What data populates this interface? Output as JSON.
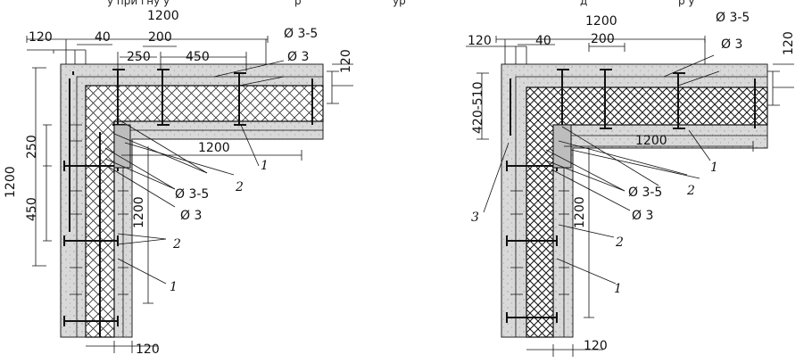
{
  "caption_fragments": [
    "у при гну у",
    "р",
    "ур",
    "д",
    "р у"
  ],
  "left_detail": {
    "dimensions": {
      "top_overall": "1200",
      "wall_120": "120",
      "cover_40": "40",
      "spacing_200": "200",
      "spacing_250": "250",
      "spacing_450": "450",
      "right_120": "120",
      "left_overall": "1200",
      "left_250": "250",
      "left_450": "450",
      "inner_horizontal": "1200",
      "inner_vertical": "1200",
      "bottom_120": "120"
    },
    "callouts": {
      "top_d35": "Ø 3-5",
      "top_d3": "Ø 3",
      "corner_d35": "Ø 3-5",
      "corner_d3": "Ø 3",
      "mark_1_top": "1",
      "mark_2_top": "2",
      "mark_2_mid": "2",
      "mark_1_bottom": "1"
    }
  },
  "right_detail": {
    "dimensions": {
      "top_overall": "1200",
      "wall_120": "120",
      "cover_40": "40",
      "spacing_200": "200",
      "right_120": "120",
      "left_range": "420-510",
      "inner_horizontal": "1200",
      "inner_vertical": "1200",
      "bottom_120": "120"
    },
    "callouts": {
      "top_d35": "Ø 3-5",
      "top_d3": "Ø 3",
      "corner_d35": "Ø 3-5",
      "corner_d3": "Ø 3",
      "mark_1_top": "1",
      "mark_2_top": "2",
      "mark_3": "3",
      "mark_2_bottom": "2",
      "mark_1_bottom": "1"
    }
  }
}
